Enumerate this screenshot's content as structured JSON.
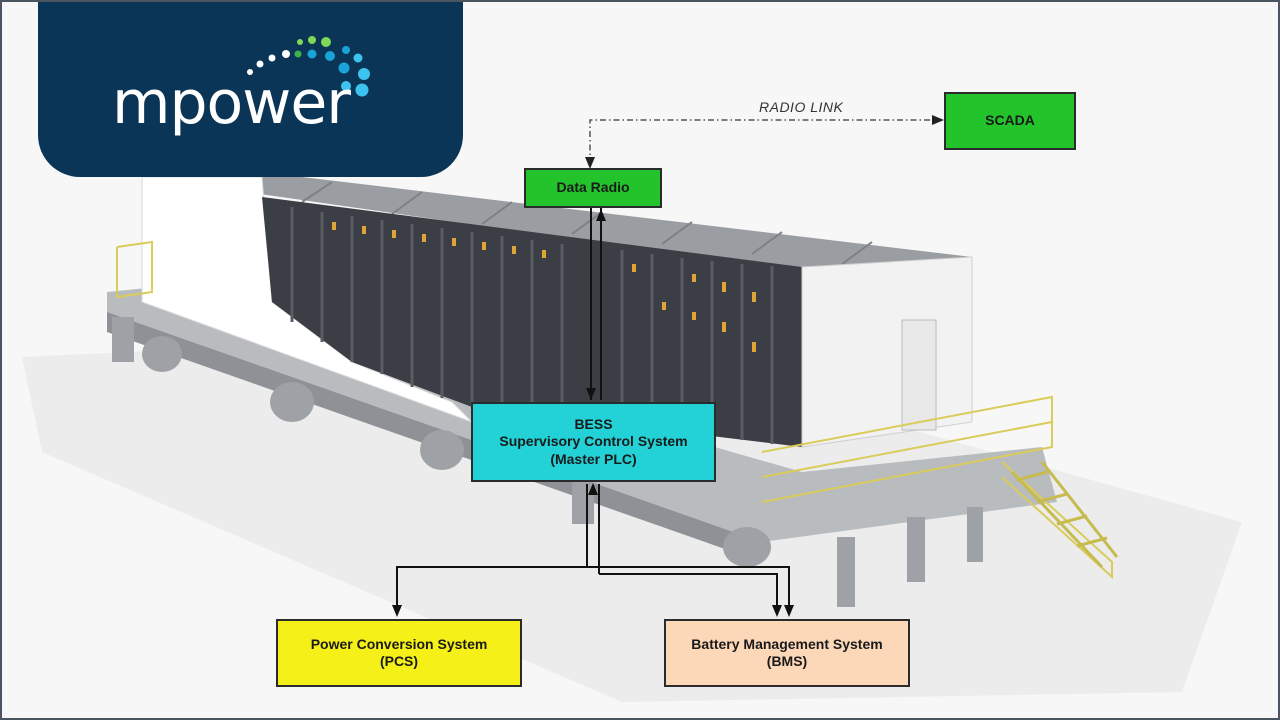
{
  "brand": {
    "name": "mpower"
  },
  "diagram": {
    "radio_link_label": "RADIO LINK",
    "nodes": {
      "scada": "SCADA",
      "data_radio": "Data Radio",
      "bess_line1": "BESS",
      "bess_line2": "Supervisory Control System",
      "bess_line3": "(Master PLC)",
      "pcs_line1": "Power Conversion System",
      "pcs_line2": "(PCS)",
      "bms_line1": "Battery Management System",
      "bms_line2": "(BMS)"
    }
  },
  "colors": {
    "logo_background": "#0b3556",
    "green_box": "#22c32b",
    "cyan_box": "#22d2d6",
    "yellow_box": "#f4f018",
    "peach_box": "#fcd7b8"
  }
}
